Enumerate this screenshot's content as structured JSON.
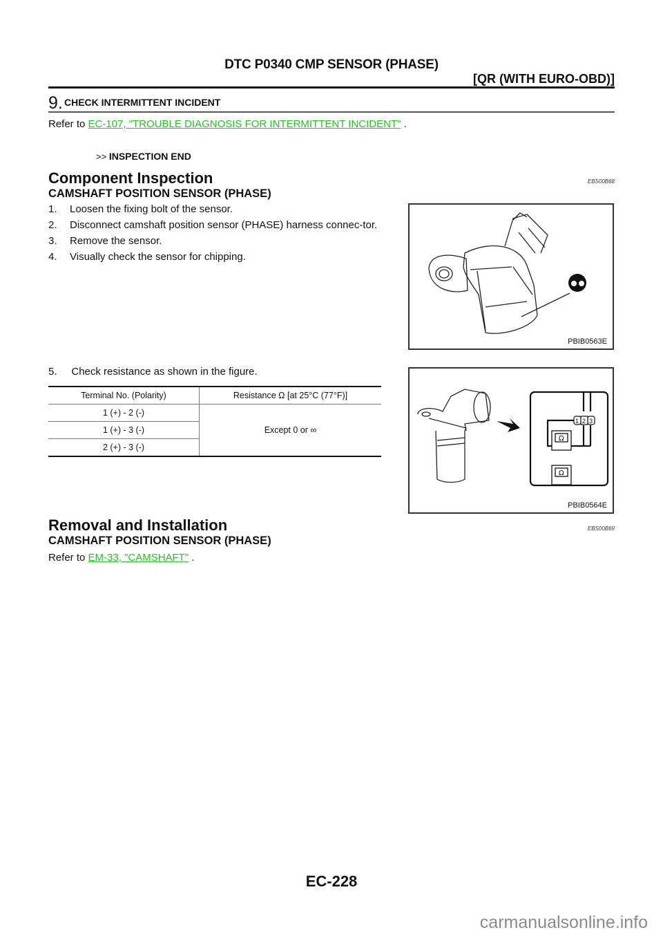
{
  "header": {
    "title": "DTC P0340 CMP SENSOR (PHASE)",
    "subtitle": "[QR (WITH EURO-OBD)]"
  },
  "step9": {
    "number": "9.",
    "title": "CHECK INTERMITTENT INCIDENT",
    "refer_prefix": "Refer to ",
    "link_text": "EC-107, \"TROUBLE DIAGNOSIS FOR INTERMITTENT INCIDENT\"",
    "refer_suffix": " .",
    "result_arrow": ">>",
    "result_label": "INSPECTION END"
  },
  "component_inspection": {
    "title": "Component Inspection",
    "code": "EBS00B68",
    "subtitle": "CAMSHAFT POSITION SENSOR (PHASE)",
    "steps": [
      {
        "num": "1.",
        "text": "Loosen the fixing bolt of the sensor."
      },
      {
        "num": "2.",
        "text": "Disconnect camshaft position sensor (PHASE) harness connec-tor."
      },
      {
        "num": "3.",
        "text": "Remove the sensor."
      },
      {
        "num": "4.",
        "text": "Visually check the sensor for chipping."
      },
      {
        "num": "5.",
        "text": "Check resistance as shown in the figure."
      }
    ],
    "figure1_caption": "PBIB0563E",
    "figure2_caption": "PBIB0564E",
    "figure2_pins": [
      "1",
      "2",
      "3"
    ],
    "table": {
      "headers": [
        "Terminal No. (Polarity)",
        "Resistance Ω [at 25°C (77°F)]"
      ],
      "rows": [
        "1 (+) - 2 (-)",
        "1 (+) - 3 (-)",
        "2 (+) - 3 (-)"
      ],
      "value": "Except 0 or ∞"
    }
  },
  "removal": {
    "title": "Removal and Installation",
    "code": "EBS00B69",
    "subtitle": "CAMSHAFT POSITION SENSOR (PHASE)",
    "refer_prefix": "Refer to ",
    "link_text": "EM-33, \"CAMSHAFT\"",
    "refer_suffix": " ."
  },
  "footer": {
    "page_number": "EC-228",
    "watermark": "carmanualsonline.info"
  },
  "colors": {
    "link": "#22c322",
    "text": "#111111"
  }
}
